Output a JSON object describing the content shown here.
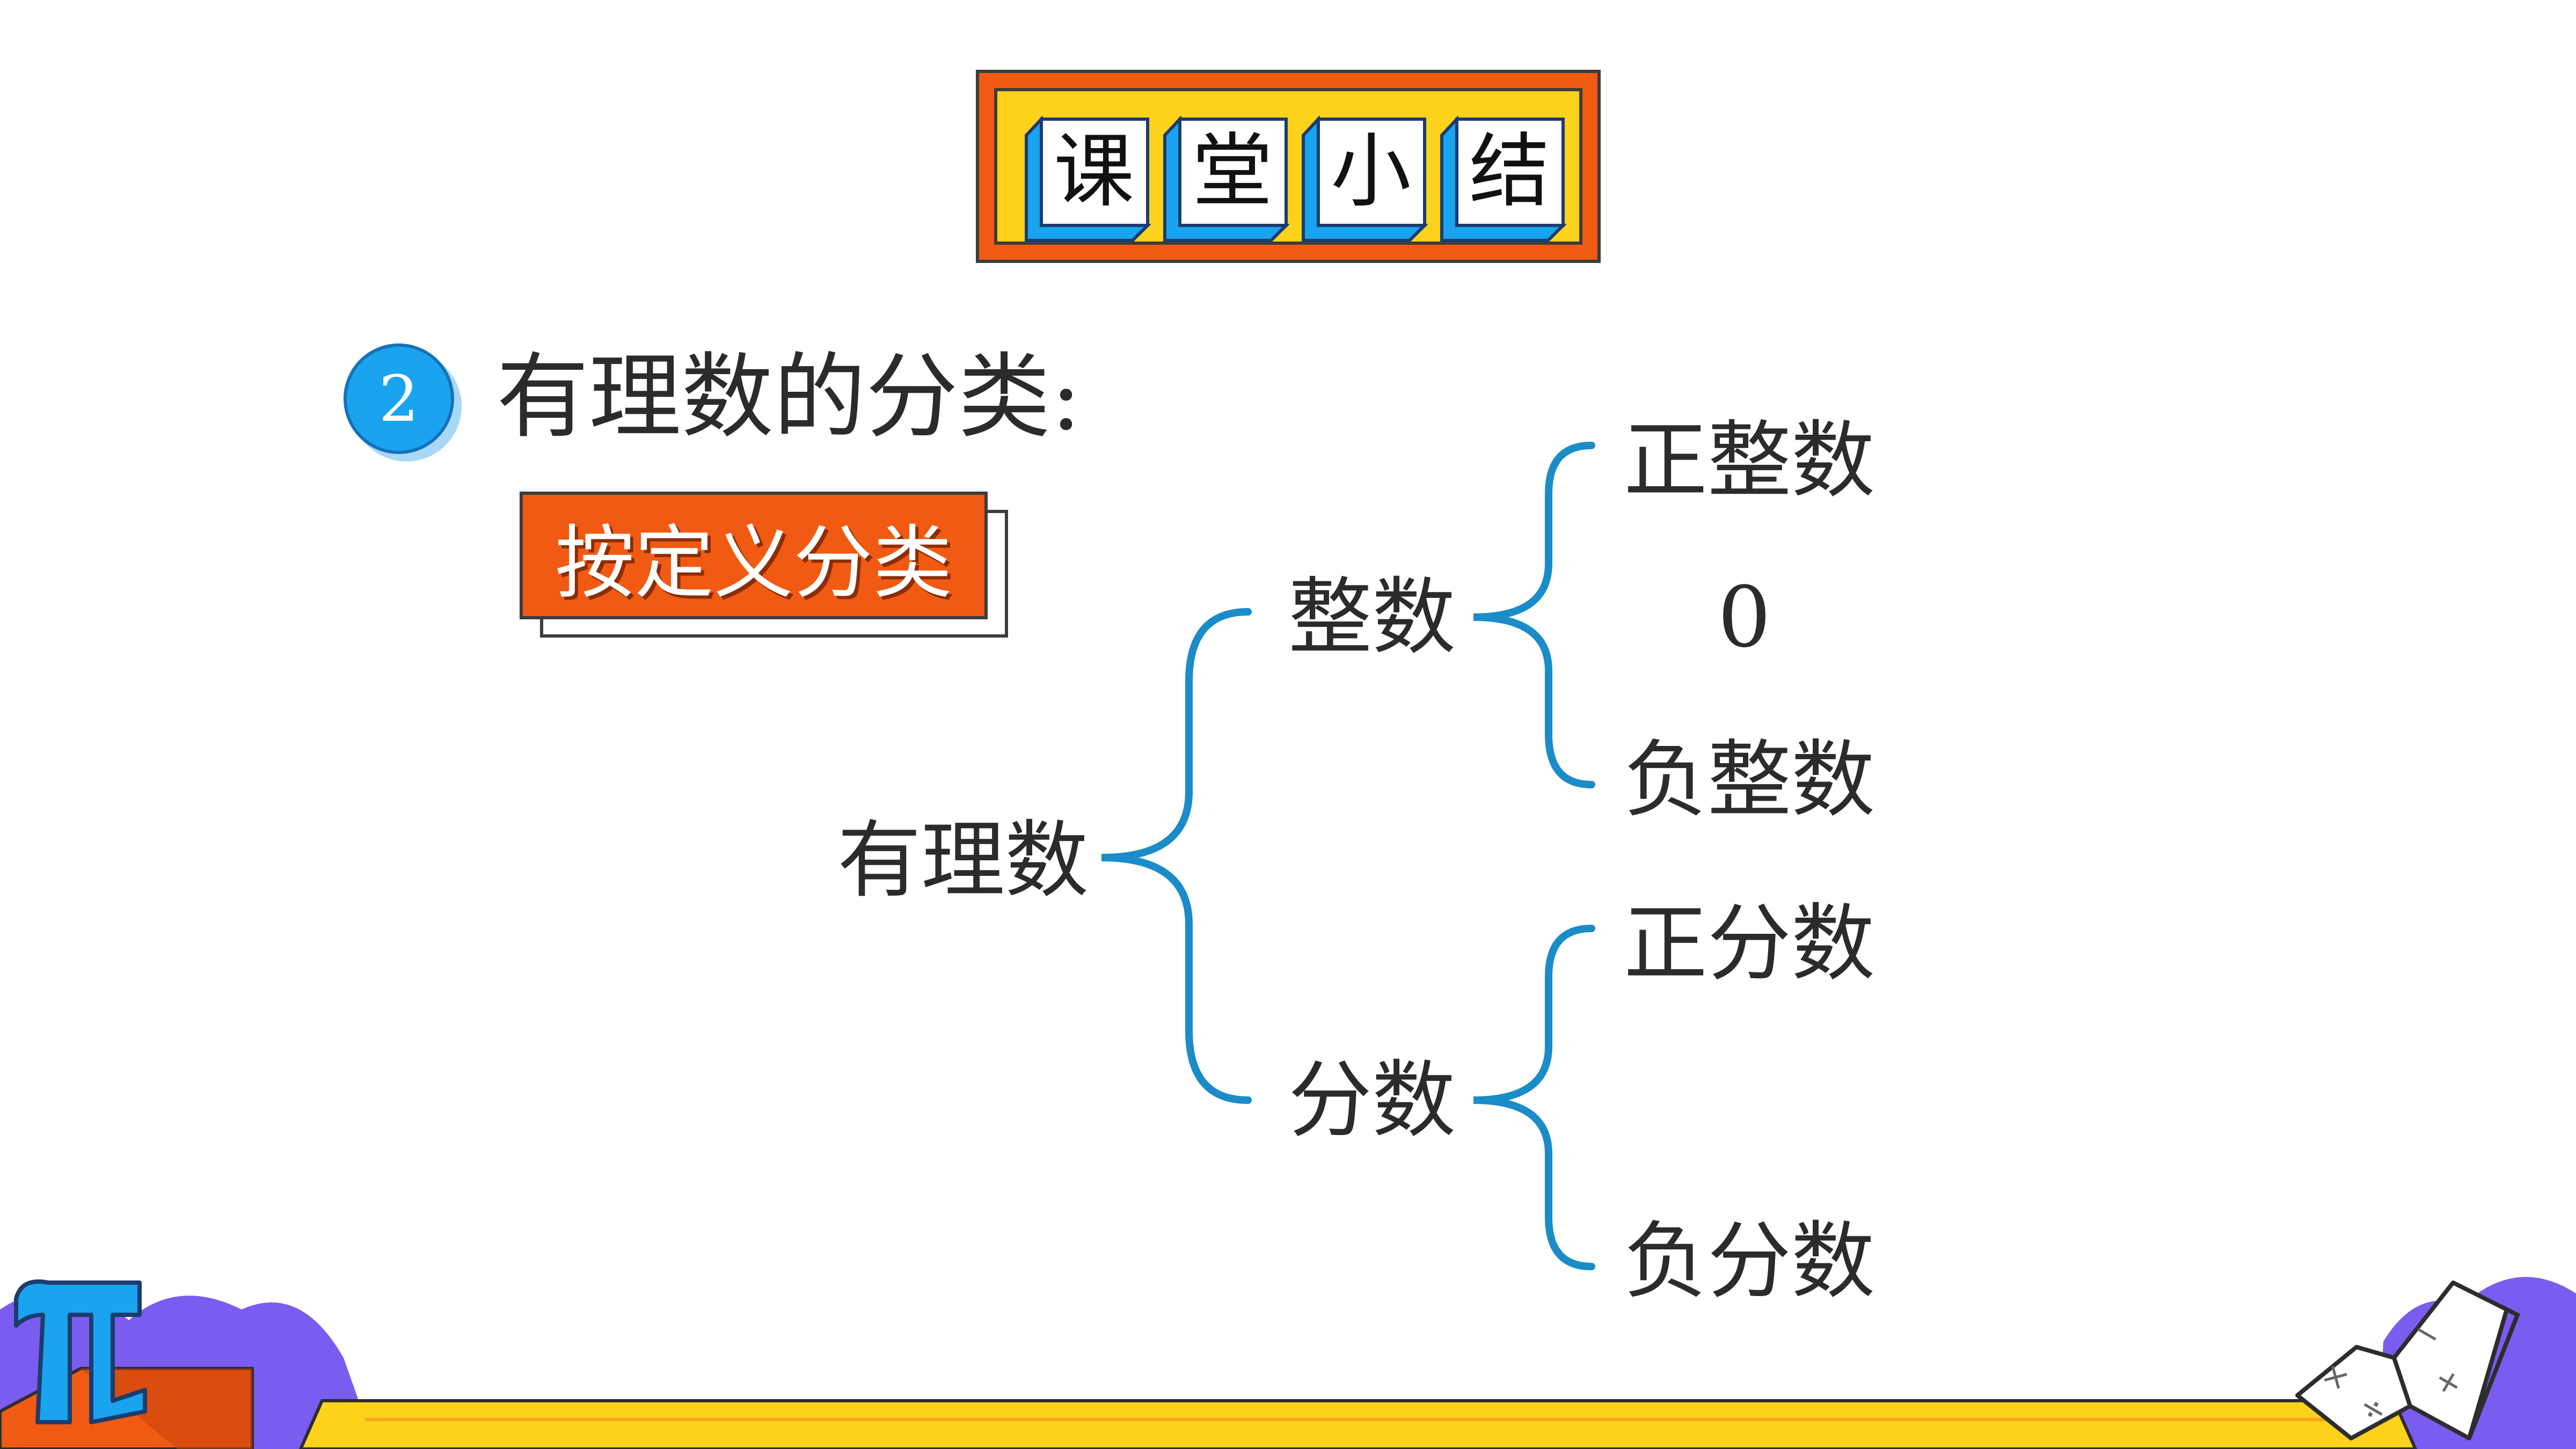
{
  "title": {
    "chars": [
      "课",
      "堂",
      "小",
      "结"
    ]
  },
  "section": {
    "number": "2",
    "heading": "有理数的分类:"
  },
  "tag": {
    "label": "按定义分类"
  },
  "tree": {
    "root": "有理数",
    "integer": {
      "label": "整数",
      "children": [
        "正整数",
        "0",
        "负整数"
      ]
    },
    "fraction": {
      "label": "分数",
      "children": [
        "正分数",
        "负分数"
      ]
    }
  },
  "colors": {
    "banner_orange": "#f15a13",
    "banner_yellow": "#ffd21b",
    "tile_blue": "#1aa3ee",
    "brace_blue": "#1a8cc8",
    "footer_purple": "#7b5cf0"
  },
  "decor": {
    "pi_icon": "pi-icon",
    "book_icon": "math-book-icon"
  }
}
